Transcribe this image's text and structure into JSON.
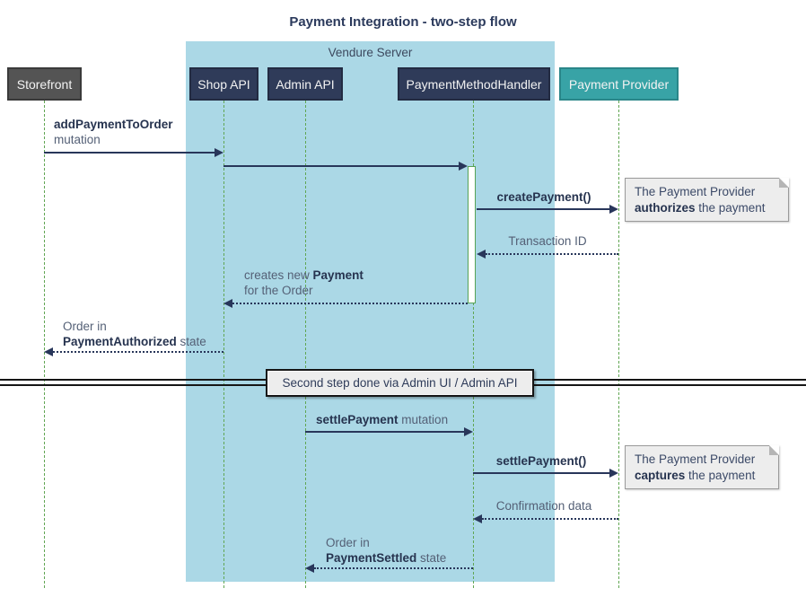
{
  "title": "Payment Integration - two-step flow",
  "frame": {
    "label": "Vendure Server",
    "fill": "#abd8e6"
  },
  "participants": {
    "storefront": {
      "label": "Storefront",
      "color": "#545454"
    },
    "shop_api": {
      "label": "Shop API",
      "color": "#2f3b59"
    },
    "admin_api": {
      "label": "Admin API",
      "color": "#2f3b59"
    },
    "payment_method_handler": {
      "label": "PaymentMethodHandler",
      "color": "#2f3b59"
    },
    "payment_provider": {
      "label": "Payment Provider",
      "color": "#38a3a6"
    }
  },
  "messages": [
    {
      "from": "Storefront",
      "to": "Shop API",
      "style": "solid",
      "l1_bold": "addPaymentToOrder",
      "l2": "mutation"
    },
    {
      "from": "Shop API",
      "to": "PaymentMethodHandler",
      "style": "solid"
    },
    {
      "from": "PaymentMethodHandler",
      "to": "Payment Provider",
      "style": "solid",
      "l1_bold": "createPayment()"
    },
    {
      "from": "Payment Provider",
      "to": "PaymentMethodHandler",
      "style": "dotted",
      "l1": "Transaction ID"
    },
    {
      "from": "PaymentMethodHandler",
      "to": "Shop API",
      "style": "dotted",
      "l1_pre": "creates new ",
      "l1_bold": "Payment",
      "l2": "for the Order"
    },
    {
      "from": "Shop API",
      "to": "Storefront",
      "style": "dotted",
      "l1": "Order in",
      "l2_bold": "PaymentAuthorized",
      "l2_post": " state"
    },
    {
      "from": "Admin API",
      "to": "PaymentMethodHandler",
      "style": "solid",
      "l1_bold": "settlePayment",
      "l1_post": " mutation"
    },
    {
      "from": "PaymentMethodHandler",
      "to": "Payment Provider",
      "style": "solid",
      "l1_bold": "settlePayment()"
    },
    {
      "from": "Payment Provider",
      "to": "PaymentMethodHandler",
      "style": "dotted",
      "l1": "Confirmation data"
    },
    {
      "from": "PaymentMethodHandler",
      "to": "Admin API",
      "style": "dotted",
      "l1": "Order in",
      "l2_bold": "PaymentSettled",
      "l2_post": " state"
    }
  ],
  "notes": [
    {
      "attached_to": "Payment Provider",
      "l1": "The Payment Provider",
      "l2_bold": "authorizes",
      "l2_post": " the payment"
    },
    {
      "attached_to": "Payment Provider",
      "l1": "The Payment Provider",
      "l2_bold": "captures",
      "l2_post": " the payment"
    }
  ],
  "divider": {
    "label": "Second step done via Admin UI / Admin API"
  },
  "colors": {
    "frame_fill": "#abd8e6",
    "participant_navy": "#2f3b59",
    "participant_teal": "#38a3a6",
    "participant_gray": "#545454",
    "arrow": "#28365a",
    "lifeline_green": "#61a653",
    "note_fill": "#ededed",
    "divider_fill": "#ededed",
    "title_text": "#2b3a5c"
  }
}
